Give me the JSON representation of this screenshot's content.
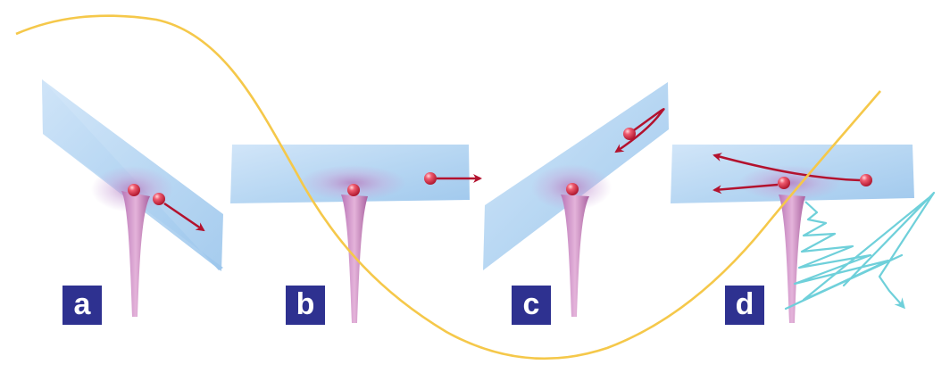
{
  "panels": [
    {
      "id": "a",
      "label": "a"
    },
    {
      "id": "b",
      "label": "b"
    },
    {
      "id": "c",
      "label": "c"
    },
    {
      "id": "d",
      "label": "d"
    }
  ],
  "colors": {
    "laser_field_curve": "#f5c84a",
    "potential_plane_light": "#cfe4f8",
    "potential_plane_mid": "#a9cdee",
    "potential_well_pink": "#c98ac4",
    "electron": "#e2344a",
    "trajectory_arrow": "#b3122e",
    "emitted_wave": "#6fd0da",
    "badge_background": "#2e3190",
    "badge_text": "#ffffff"
  }
}
